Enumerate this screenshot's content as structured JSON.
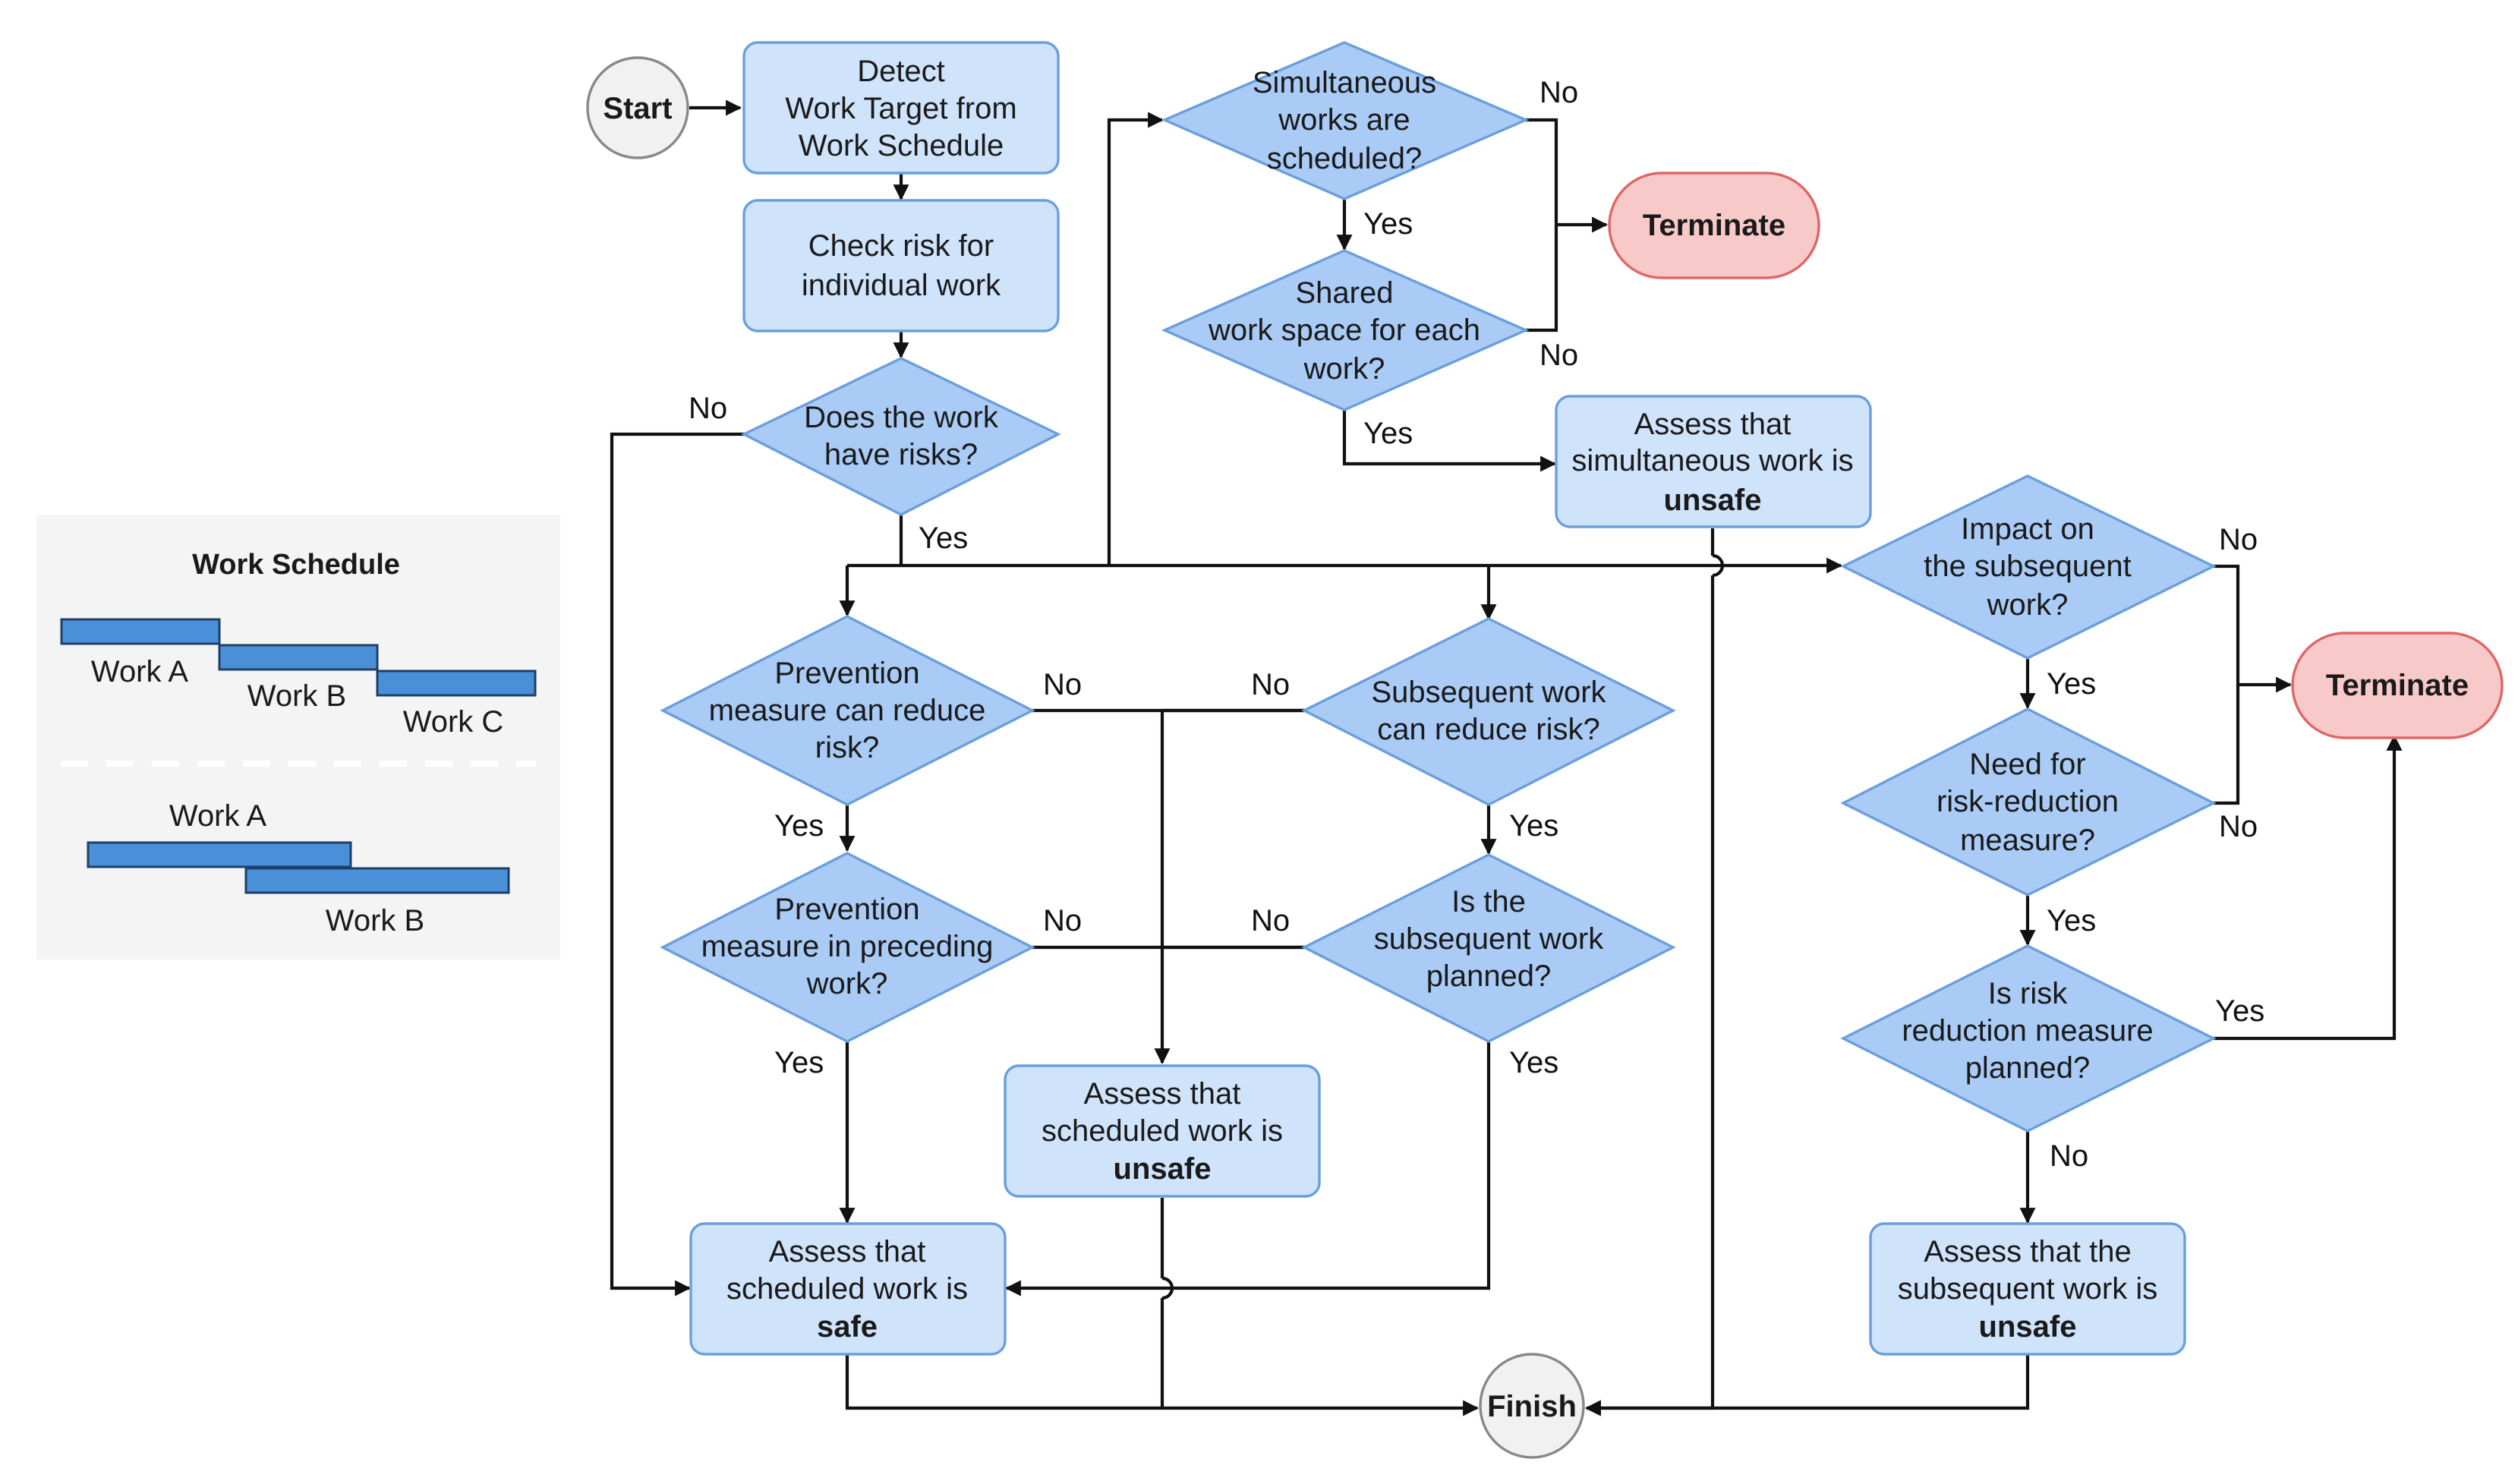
{
  "nodes": {
    "start": {
      "lines": [
        "Start"
      ]
    },
    "detect": {
      "lines": [
        "Detect",
        "Work Target from",
        "Work Schedule"
      ]
    },
    "check_risk": {
      "lines": [
        "Check risk for",
        "individual work"
      ]
    },
    "has_risks": {
      "lines": [
        "Does the work",
        "have risks?"
      ]
    },
    "simultaneous": {
      "lines": [
        "Simultaneous",
        "works are",
        "scheduled?"
      ]
    },
    "shared_space": {
      "lines": [
        "Shared",
        "work space for each",
        "work?"
      ]
    },
    "terminate_top": {
      "lines": [
        "Terminate"
      ]
    },
    "assess_simultaneous": {
      "lines": [
        "Assess that",
        "simultaneous work is",
        "unsafe"
      ]
    },
    "prevention_reduce": {
      "lines": [
        "Prevention",
        "measure can reduce",
        "risk?"
      ]
    },
    "prevention_preceding": {
      "lines": [
        "Prevention",
        "measure in preceding",
        "work?"
      ]
    },
    "subsequent_reduce": {
      "lines": [
        "Subsequent work",
        "can reduce risk?"
      ]
    },
    "subsequent_planned": {
      "lines": [
        "Is the",
        "subsequent work",
        "planned?"
      ]
    },
    "assess_unsafe_mid": {
      "lines": [
        "Assess that",
        "scheduled work is",
        "unsafe"
      ]
    },
    "assess_safe": {
      "lines": [
        "Assess that",
        "scheduled work is",
        "safe"
      ]
    },
    "impact_subsequent": {
      "lines": [
        "Impact on",
        "the subsequent",
        "work?"
      ]
    },
    "need_reduction": {
      "lines": [
        "Need for",
        "risk-reduction",
        "measure?"
      ]
    },
    "reduction_planned": {
      "lines": [
        "Is risk",
        "reduction measure",
        "planned?"
      ]
    },
    "terminate_right": {
      "lines": [
        "Terminate"
      ]
    },
    "assess_subsequent_unsafe": {
      "lines": [
        "Assess that the",
        "subsequent work is",
        "unsafe"
      ]
    },
    "finish": {
      "lines": [
        "Finish"
      ]
    }
  },
  "edge_labels": {
    "has_risks_no": "No",
    "has_risks_yes": "Yes",
    "simultaneous_no": "No",
    "simultaneous_yes": "Yes",
    "shared_no": "No",
    "shared_yes": "Yes",
    "prev_reduce_no": "No",
    "prev_reduce_yes": "Yes",
    "prev_preceding_no": "No",
    "prev_preceding_yes": "Yes",
    "sub_reduce_no": "No",
    "sub_reduce_yes": "Yes",
    "sub_planned_no": "No",
    "sub_planned_yes": "Yes",
    "impact_no": "No",
    "impact_yes": "Yes",
    "need_no": "No",
    "need_yes": "Yes",
    "planned_yes": "Yes",
    "planned_no": "No"
  },
  "legend": {
    "title": "Work Schedule",
    "top_group": {
      "work_a": "Work A",
      "work_b": "Work B",
      "work_c": "Work C"
    },
    "bottom_group": {
      "work_a": "Work A",
      "work_b": "Work B"
    }
  },
  "colors": {
    "process_fill": "#cfe3fb",
    "decision_fill": "#a9cbf5",
    "terminate_fill": "#f8c9c9",
    "circle_fill": "#f1f1f1",
    "bar_fill": "#4a90d9"
  }
}
